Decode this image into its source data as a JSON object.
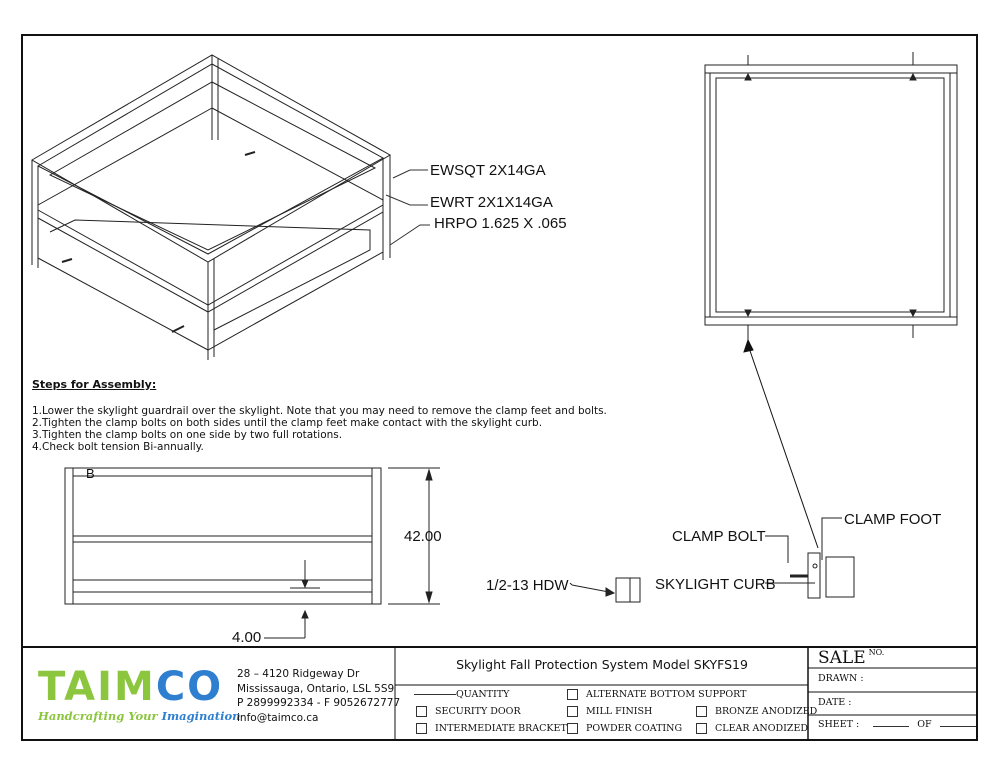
{
  "labels": {
    "ewsqt": "EWSQT 2X14GA",
    "ewrt": "EWRT 2X1X14GA",
    "hrpo": "HRPO 1.625 X .065",
    "section_b": "B",
    "height_dim": "42.00",
    "width_dim": "4.00",
    "hdw": "1/2-13 HDW",
    "skylight_curb": "SKYLIGHT CURB",
    "clamp_bolt": "CLAMP BOLT",
    "clamp_foot": "CLAMP FOOT"
  },
  "steps": {
    "heading": "Steps for Assembly:",
    "items": [
      "1.Lower the skylight guardrail over the skylight. Note that you may need to remove the clamp feet and bolts.",
      "2.Tighten the clamp bolts on both sides until the clamp feet make contact with the skylight curb.",
      "3.Tighten the clamp bolts on one side by two full rotations.",
      "4.Check bolt tension Bi-annually."
    ]
  },
  "company": {
    "logo_part1": "TAIM",
    "logo_part2": "CO",
    "tagline_part1": "Handcrafting Your ",
    "tagline_part2": "Imagination",
    "address": [
      "28 – 4120 Ridgeway Dr",
      "Mississauga, Ontario, LSL 5S9",
      "P 2899992334 - F 9052672777",
      "info@taimco.ca"
    ],
    "colors": {
      "green": "#8cc63f",
      "blue": "#2f7fd0"
    }
  },
  "title_block": {
    "title": "Skylight Fall Protection System Model SKYFS19",
    "quantity": "QUANTITY",
    "options": [
      "ALTERNATE BOTTOM SUPPORT",
      "SECURITY DOOR",
      "MILL FINISH",
      "BRONZE ANODIZED",
      "INTERMEDIATE BRACKET",
      "POWDER COATING",
      "CLEAR ANODIZED"
    ],
    "sale": "SALE",
    "sale_no": "NO.",
    "drawn": "DRAWN :",
    "date": "DATE :",
    "sheet": "SHEET :",
    "of": "OF"
  }
}
